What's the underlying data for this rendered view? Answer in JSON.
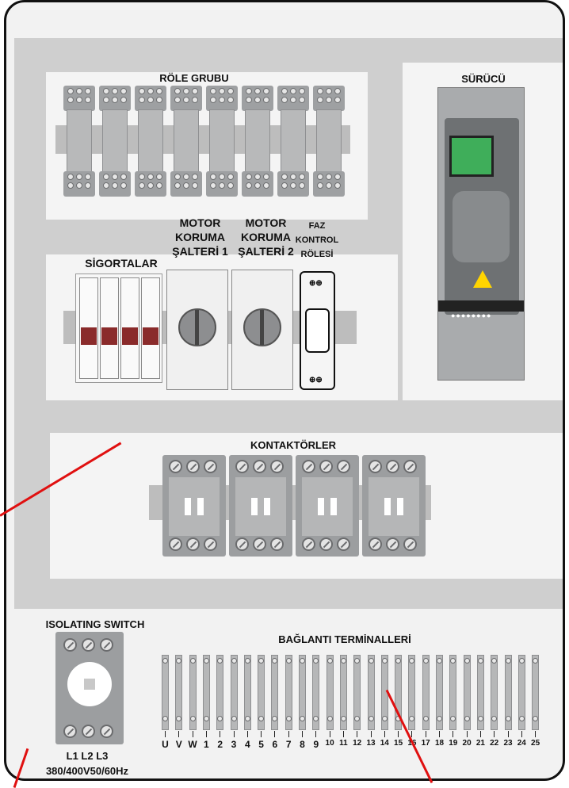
{
  "labels": {
    "relay_group": "RÖLE GRUBU",
    "drive": "SÜRÜCÜ",
    "fuses": "SİGORTALAR",
    "motor_protection_1": [
      "MOTOR",
      "KORUMA",
      "ŞALTERİ 1"
    ],
    "motor_protection_2": [
      "MOTOR",
      "KORUMA",
      "ŞALTERİ 2"
    ],
    "phase_control": [
      "FAZ",
      "KONTROL",
      "RÖLESİ"
    ],
    "contactors": "KONTAKTÖRLER",
    "isolating_switch": "ISOLATING SWITCH",
    "connection_terminals": "BAĞLANTI TERMİNALLERİ",
    "switch_phases": "L1 L2 L3",
    "switch_rating": "380/400V50/60Hz"
  },
  "terminals": [
    "U",
    "V",
    "W",
    "1",
    "2",
    "3",
    "4",
    "5",
    "6",
    "7",
    "8",
    "9",
    "10",
    "11",
    "12",
    "13",
    "14",
    "15",
    "16",
    "17",
    "18",
    "19",
    "20",
    "21",
    "22",
    "23",
    "24",
    "25"
  ],
  "colors": {
    "panel_bg": "#f2f2f2",
    "rail_zone": "#cfcfcf",
    "device_gray": "#9c9ea0",
    "pointer_lines": "#e01010",
    "drive_display": "#3fae5a"
  },
  "icons": [
    "high-voltage-warning-icon",
    "screw-icon",
    "rotary-knob-icon"
  ]
}
